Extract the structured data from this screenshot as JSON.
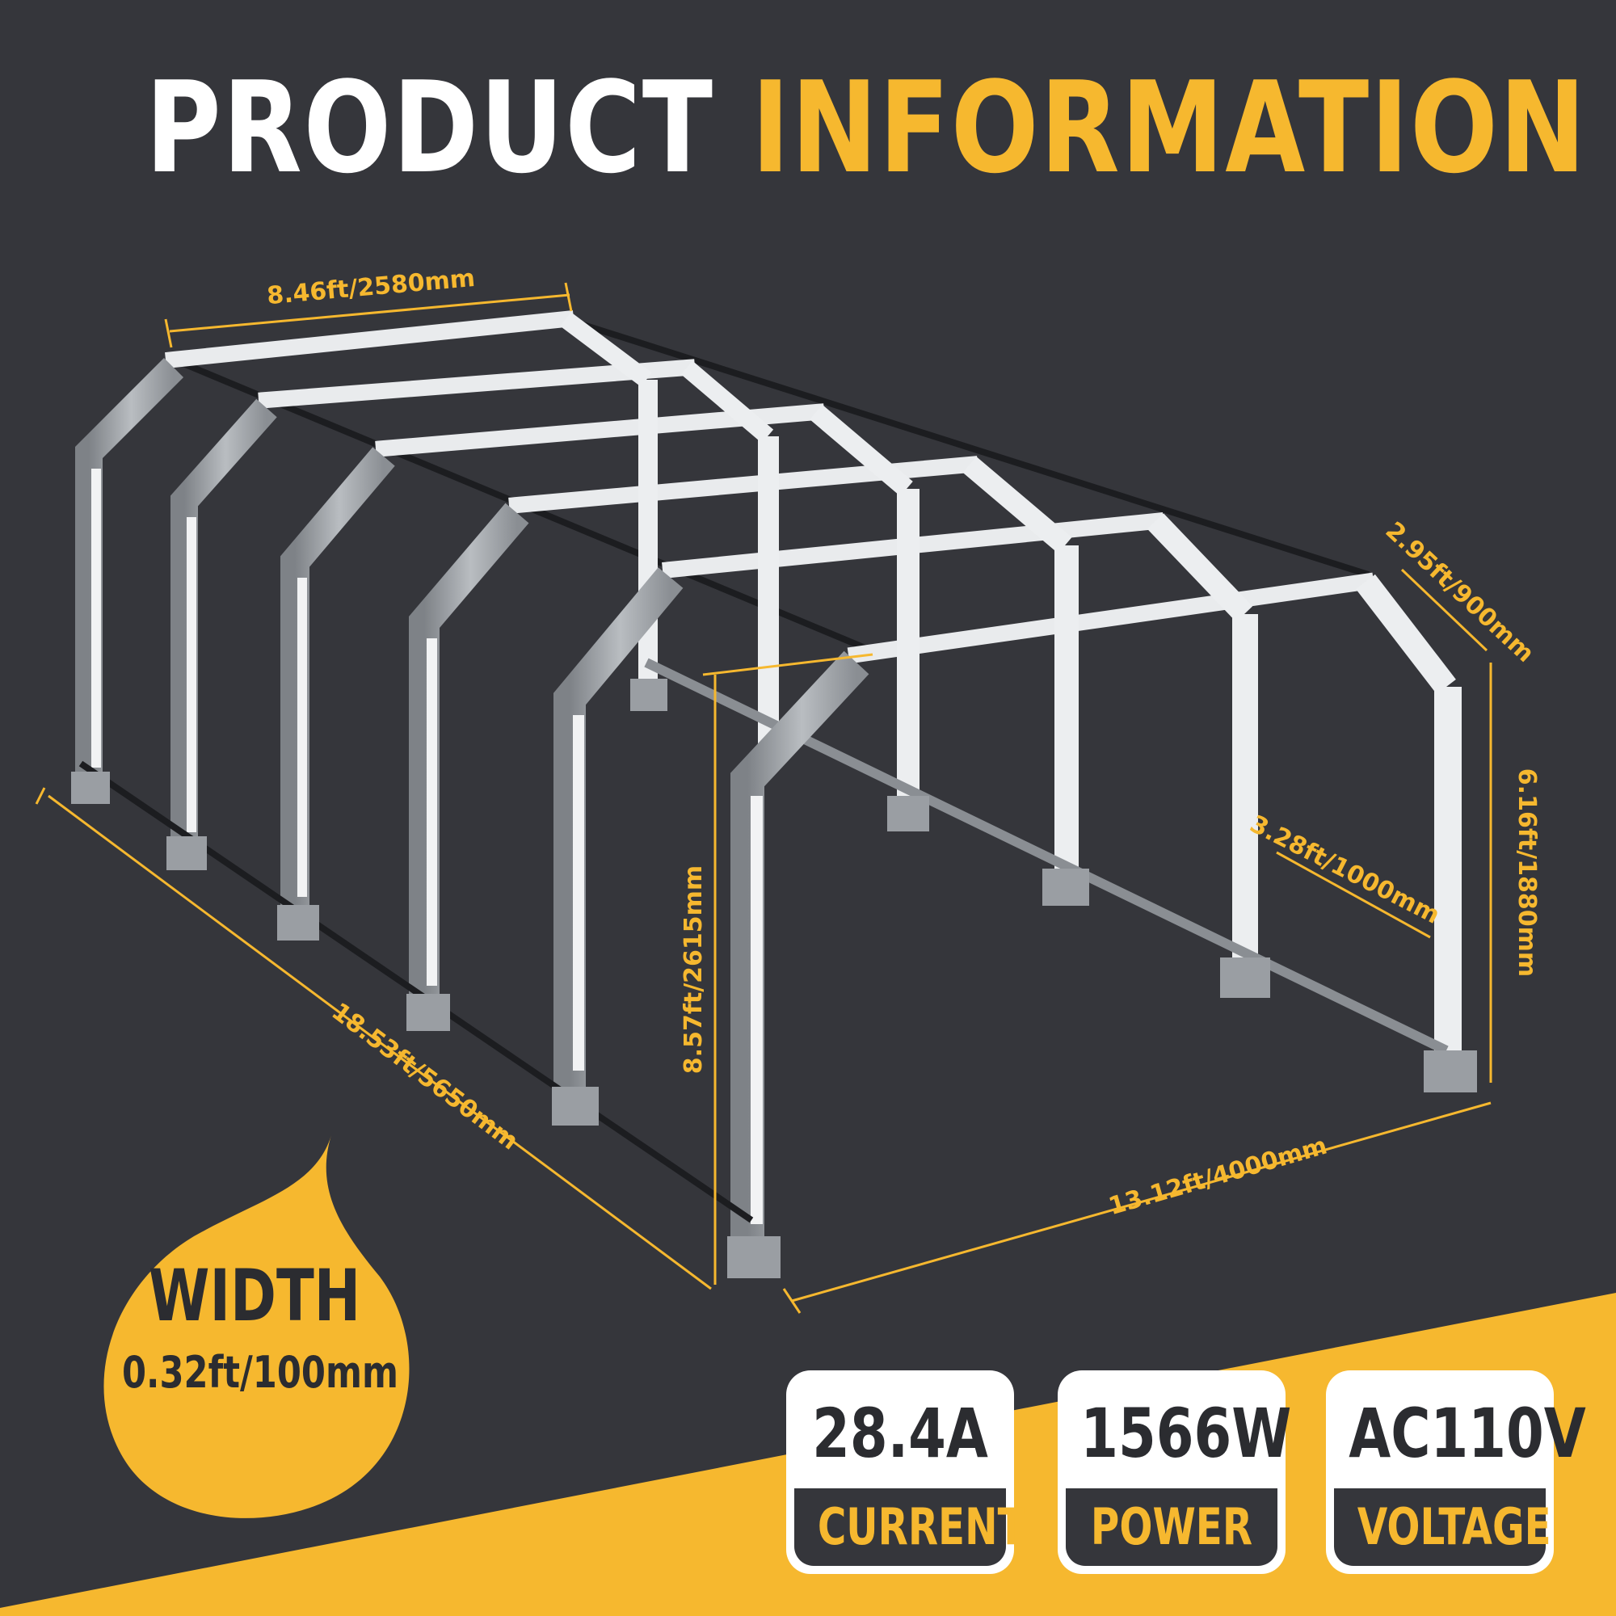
{
  "title": {
    "part1": "PRODUCT",
    "part2": "INFORMATION"
  },
  "dimensions": {
    "top_width": "8.46ft/2580mm",
    "slope_width": "2.95ft/900mm",
    "wall_height": "6.16ft/1880mm",
    "spacing": "3.28ft/1000mm",
    "total_height": "8.57ft/2615mm",
    "length": "18.53ft/5650mm",
    "width": "13.12ft/4000mm"
  },
  "width_callout": {
    "title": "WIDTH",
    "value": "0.32ft/100mm"
  },
  "specs": [
    {
      "value": "28.4A",
      "label": "CURRENT"
    },
    {
      "value": "1566W",
      "label": "POWER"
    },
    {
      "value": "AC110V",
      "label": "VOLTAGE"
    }
  ],
  "colors": {
    "background": "#35363b",
    "accent": "#f6b82f",
    "white": "#ffffff",
    "frame": "#9a9ea3"
  }
}
